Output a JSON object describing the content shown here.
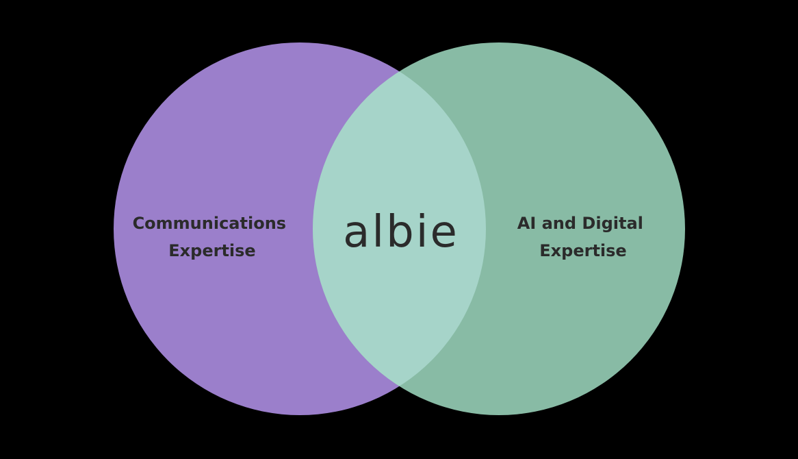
{
  "colors": {
    "background": "#000000",
    "left_circle": "#9b7fcb",
    "right_circle": "#88bba5",
    "overlap": "#a6d4c9",
    "text": "#2b2b2b"
  },
  "diagram": {
    "left_circle": {
      "label_line1": "Communications",
      "label_line2": "Expertise"
    },
    "right_circle": {
      "label_line1": "AI and Digital",
      "label_line2": "Expertise"
    },
    "overlap": {
      "label": "albie"
    }
  }
}
